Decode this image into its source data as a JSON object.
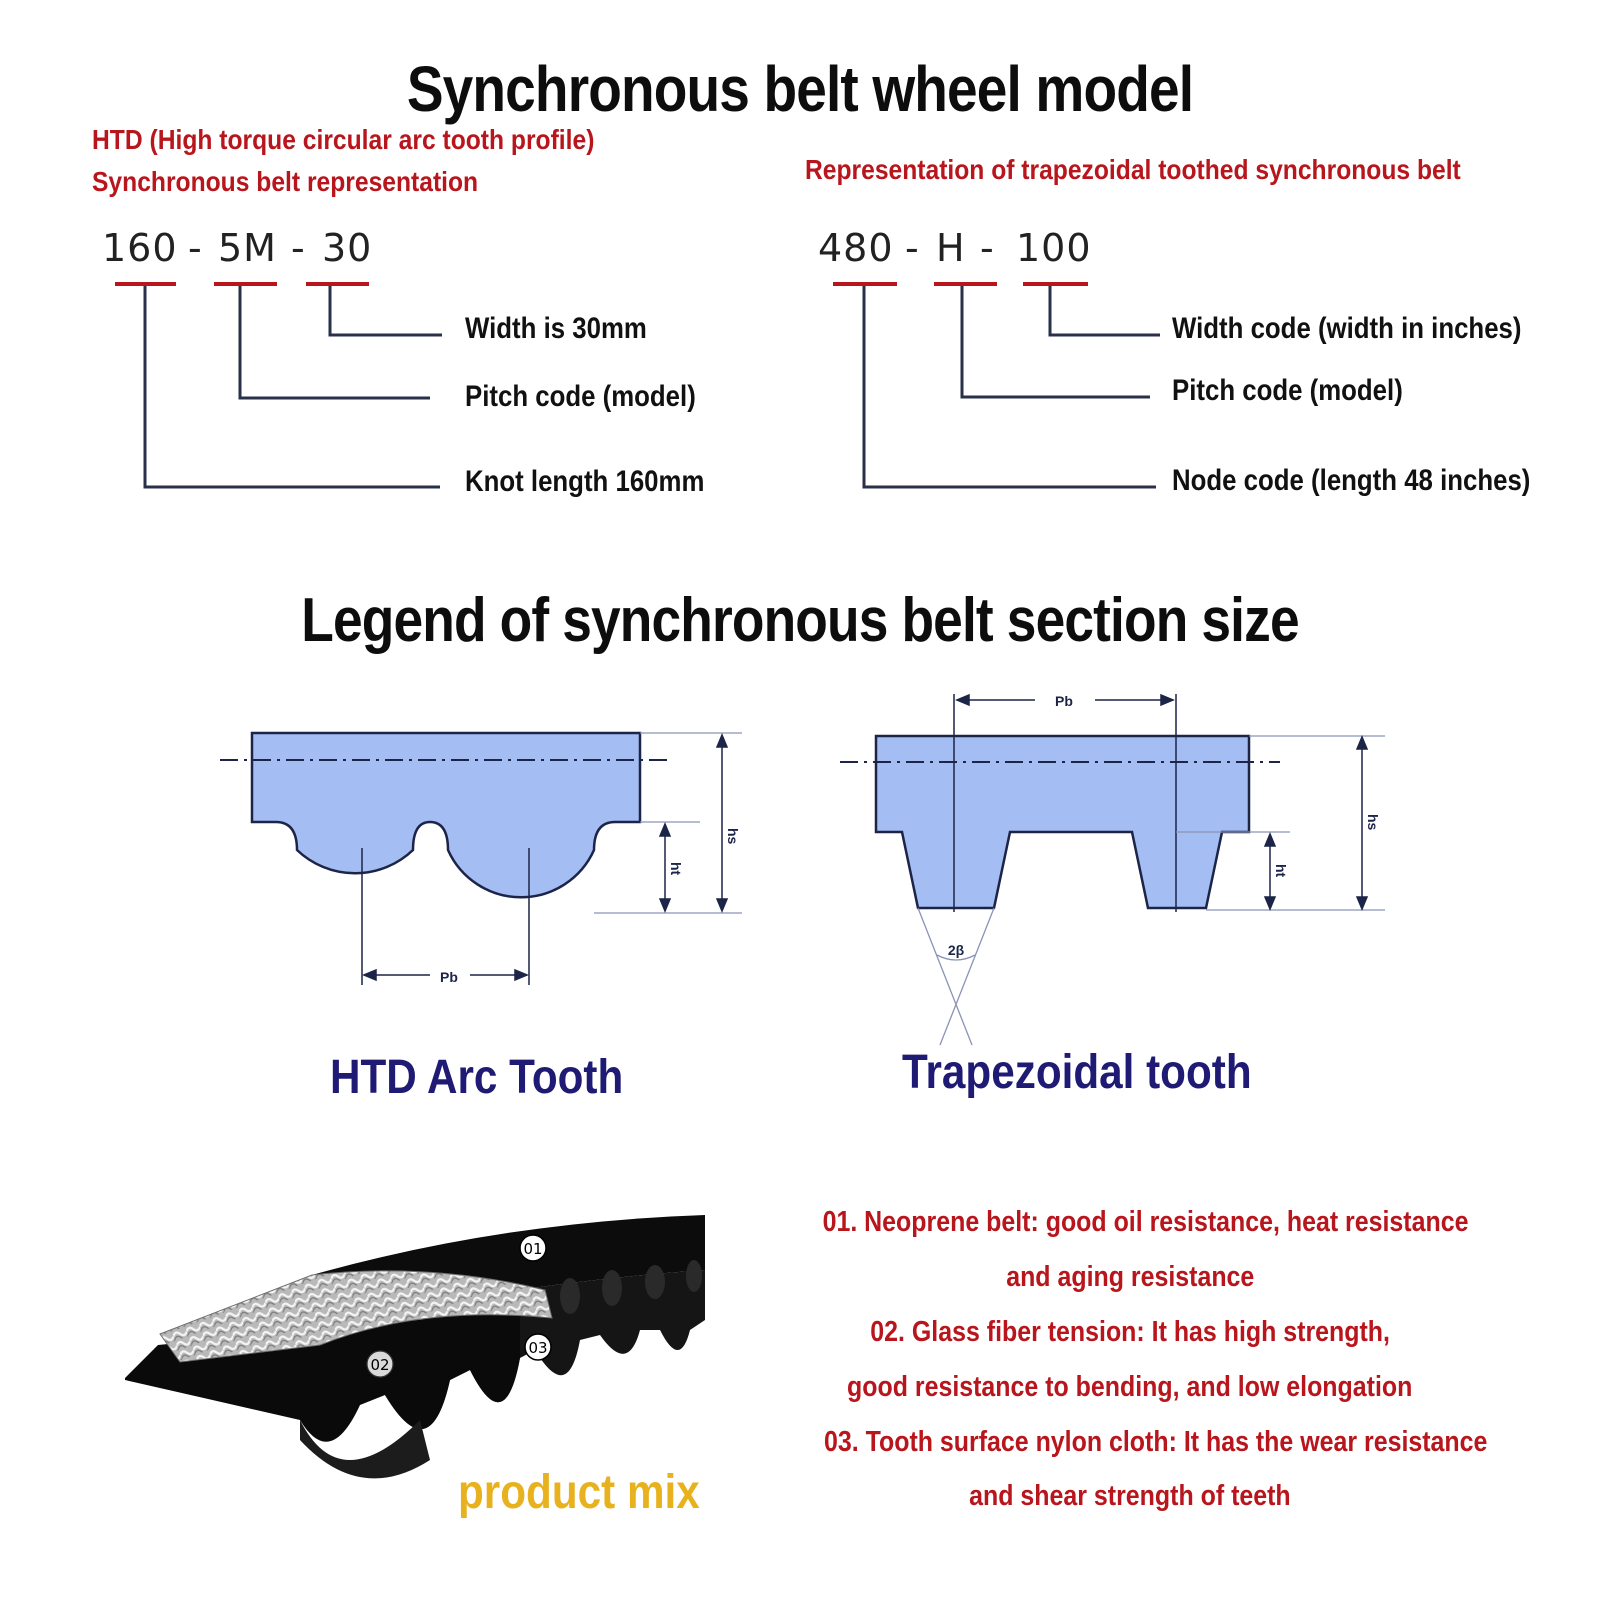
{
  "title": "Synchronous belt wheel model",
  "htd": {
    "heading_line1": "HTD (High torque circular arc tooth profile)",
    "heading_line2": "Synchronous belt representation",
    "code_part1": "160",
    "code_part2": "5M",
    "code_part3": "30",
    "separator": "-",
    "label_width": "Width is 30mm",
    "label_pitch": "Pitch code (model)",
    "label_length": "Knot length 160mm"
  },
  "trapezoidal": {
    "heading": "Representation of trapezoidal toothed synchronous belt",
    "code_part1": "480",
    "code_part2": "H",
    "code_part3": "100",
    "separator": "-",
    "label_width": "Width code (width in inches)",
    "label_pitch": "Pitch code (model)",
    "label_length": "Node code (length 48 inches)"
  },
  "section_title": "Legend of synchronous belt section size",
  "diagram_labels": {
    "pb": "Pb",
    "hs": "hs",
    "ht": "ht",
    "angle": "2β"
  },
  "htd_caption": "HTD Arc Tooth",
  "trap_caption": "Trapezoidal tooth",
  "product": {
    "caption": "product mix",
    "marker1": "01",
    "marker2": "02",
    "marker3": "03"
  },
  "features": [
    "01. Neoprene belt: good oil resistance, heat resistance",
    "and aging resistance",
    "02. Glass fiber tension: It has high strength,",
    "good resistance to bending, and low elongation",
    "03. Tooth surface nylon cloth: It has the wear resistance",
    "and shear strength of teeth"
  ],
  "colors": {
    "red": "#b8161c",
    "belt_fill": "#a4bdf2",
    "navy": "#1f1a74",
    "yellow": "#e8b21f"
  }
}
